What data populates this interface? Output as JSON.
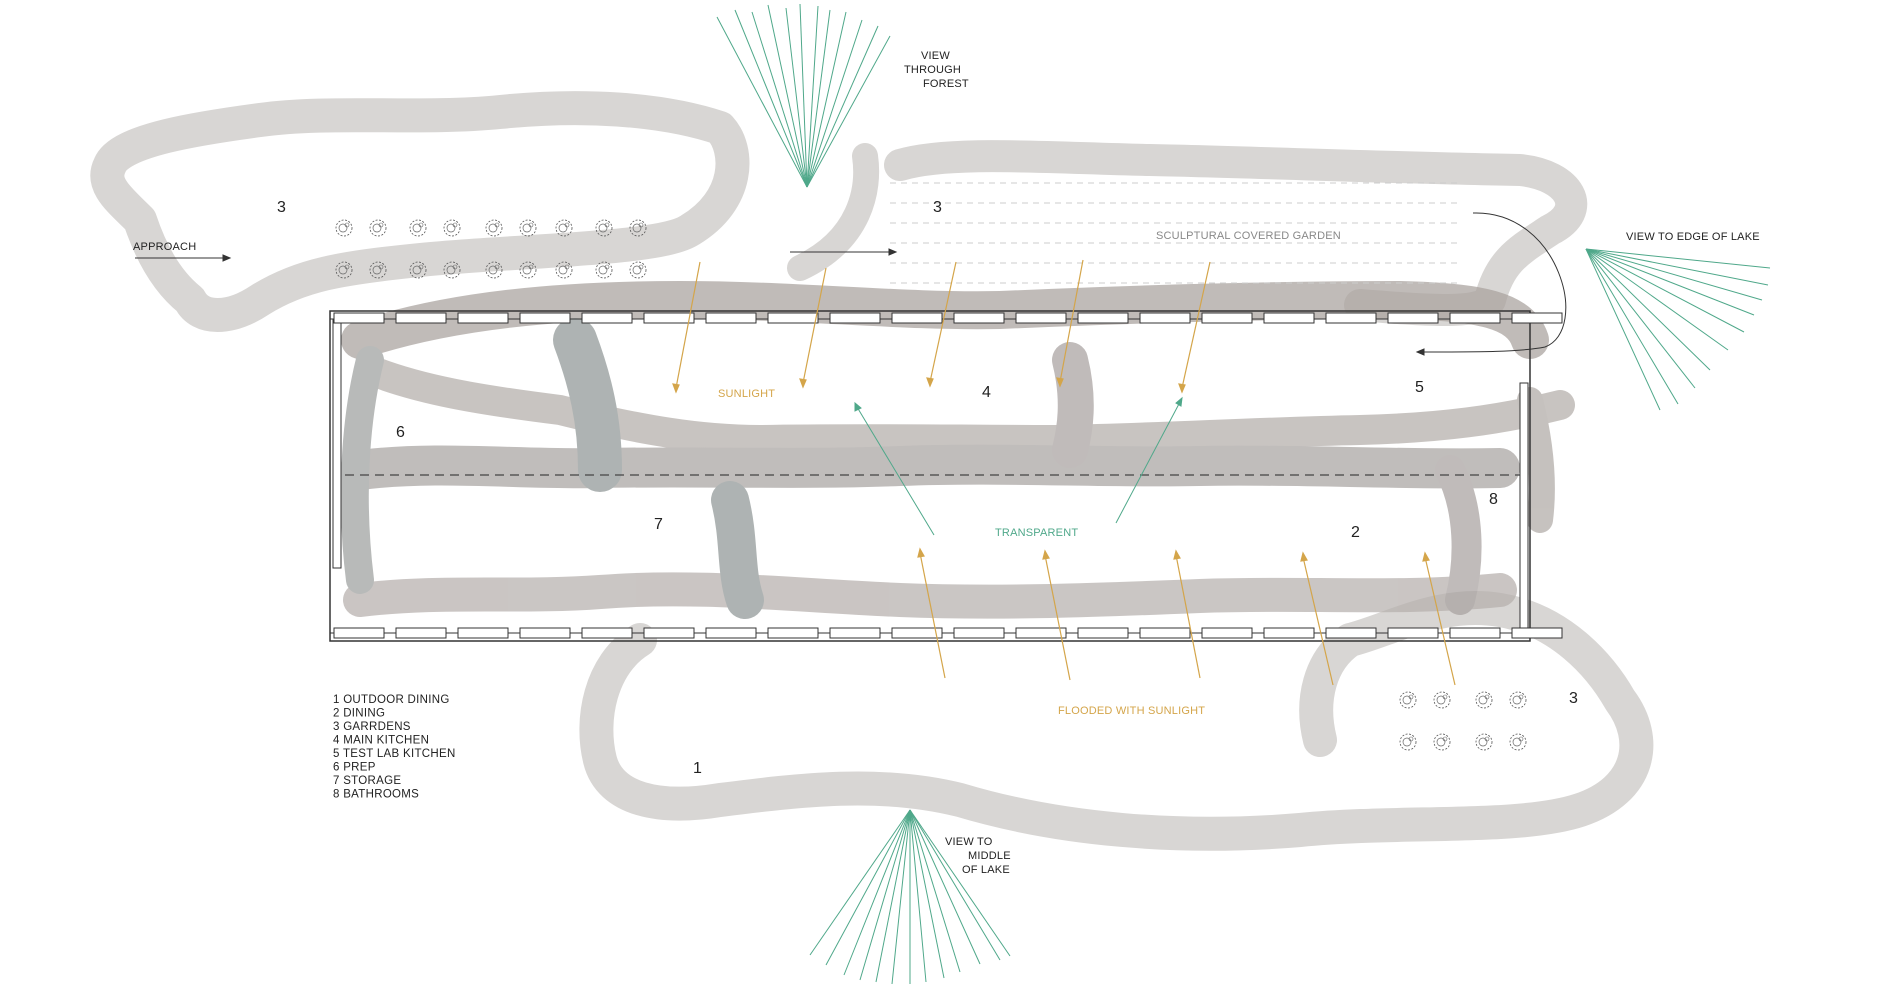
{
  "labels": {
    "view_forest": [
      "VIEW",
      "THROUGH",
      "FOREST"
    ],
    "view_edge": "VIEW TO EDGE OF LAKE",
    "view_middle": [
      "VIEW TO",
      "MIDDLE",
      "OF LAKE"
    ],
    "approach": "APPROACH",
    "sculptural": "SCULPTURAL COVERED GARDEN",
    "sunlight": "SUNLIGHT",
    "transparent": "TRANSPARENT",
    "flooded": "FLOODED WITH SUNLIGHT"
  },
  "rooms": {
    "r3a": "3",
    "r3b": "3",
    "r3c": "3",
    "r4": "4",
    "r5": "5",
    "r6": "6",
    "r7": "7",
    "r2": "2",
    "r8": "8",
    "r1": "1"
  },
  "legend": [
    "1 OUTDOOR DINING",
    "2 DINING",
    "3 GARRDENS",
    "4 MAIN KITCHEN",
    "5 TEST LAB KITCHEN",
    "6 PREP",
    "7 STORAGE",
    "8 BATHROOMS"
  ],
  "colors": {
    "garden_band": "#d8d6d4",
    "wash": "#aaa3a0",
    "wash_dark": "#8f9493",
    "sun": "#d4a54a",
    "view": "#4fa88a",
    "ink": "#222222"
  }
}
